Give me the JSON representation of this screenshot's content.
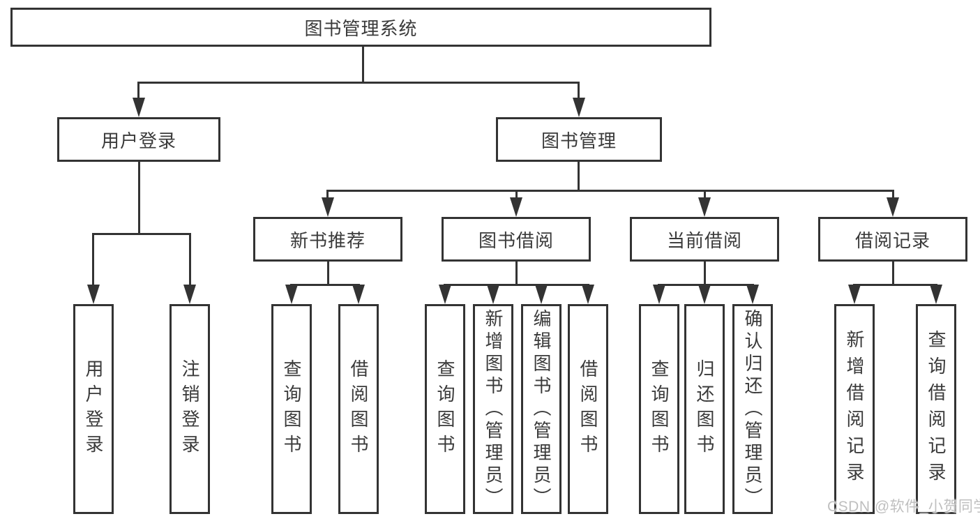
{
  "root": {
    "label": "图书管理系统"
  },
  "level1": [
    {
      "label": "用户登录"
    },
    {
      "label": "图书管理"
    }
  ],
  "level2": [
    {
      "label": "新书推荐"
    },
    {
      "label": "图书借阅"
    },
    {
      "label": "当前借阅"
    },
    {
      "label": "借阅记录"
    }
  ],
  "leaves": {
    "login": [
      "用户登录",
      "注销登录"
    ],
    "recommend": [
      "查询图书",
      "借阅图书"
    ],
    "borrow": [
      "查询图书",
      "新增图书（管理员）",
      "编辑图书（管理员）",
      "借阅图书"
    ],
    "current": [
      "查询图书",
      "归还图书",
      "确认归还（管理员）"
    ],
    "record": [
      "新增借阅记录",
      "查询借阅记录"
    ]
  },
  "watermark": "CSDN @软件_小贺同学",
  "colors": {
    "line": "#333333",
    "text": "#3a3a3a",
    "background": "#ffffff",
    "watermark": "#bfbfbf"
  }
}
